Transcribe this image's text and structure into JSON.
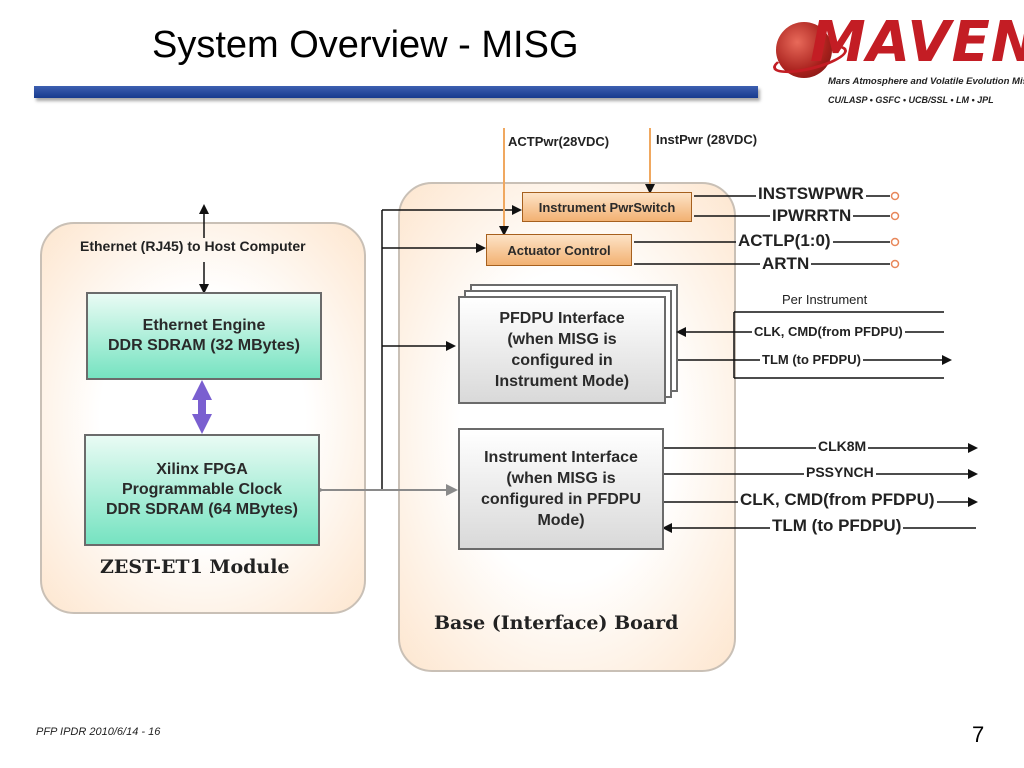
{
  "slide": {
    "title": "System Overview - MISG",
    "footer": "PFP IPDR 2010/6/14 - 16",
    "page_number": "7"
  },
  "logo": {
    "word": "MAVEN",
    "subtitle": "Mars Atmosphere and Volatile Evolution Mission",
    "partners": "CU/LASP • GSFC • UCB/SSL • LM • JPL"
  },
  "diagram": {
    "left_board": {
      "label": "ZEST-ET1 Module",
      "ethernet_label": "Ethernet (RJ45) to Host Computer",
      "ethernet_engine": "Ethernet Engine\nDDR SDRAM (32 MBytes)",
      "fpga": "Xilinx FPGA\nProgrammable Clock\nDDR SDRAM (64 MBytes)"
    },
    "right_board": {
      "label": "Base (Interface) Board",
      "power_switch": "Instrument PwrSwitch",
      "actuator_control": "Actuator Control",
      "pfdpu_interface": "PFDPU Interface\n(when  MISG is\nconfigured in\nInstrument Mode)",
      "instrument_interface": "Instrument Interface\n(when  MISG is\nconfigured in PFDPU\nMode)"
    },
    "power_inputs": {
      "act_pwr": "ACTPwr(28VDC)",
      "inst_pwr": "InstPwr (28VDC)"
    },
    "signals": {
      "instswpwr": "INSTSWPWR",
      "ipwrrtn": "IPWRRTN",
      "actlp": "ACTLP(1:0)",
      "artn": "ARTN",
      "per_instrument": "Per Instrument",
      "clk_cmd_small": "CLK, CMD(from PFDPU)",
      "tlm_small": "TLM (to PFDPU)",
      "clk8m": "CLK8M",
      "pssynch": "PSSYNCH",
      "clk_cmd_large": "CLK, CMD(from PFDPU)",
      "tlm_large": "TLM (to PFDPU)"
    },
    "colors": {
      "green_box": "#76e3c1",
      "orange_box": "#f2b172",
      "power_line": "#f0a860",
      "board_fill": "#fde6cf",
      "bidir_arrow": "#7a5fd0"
    }
  }
}
